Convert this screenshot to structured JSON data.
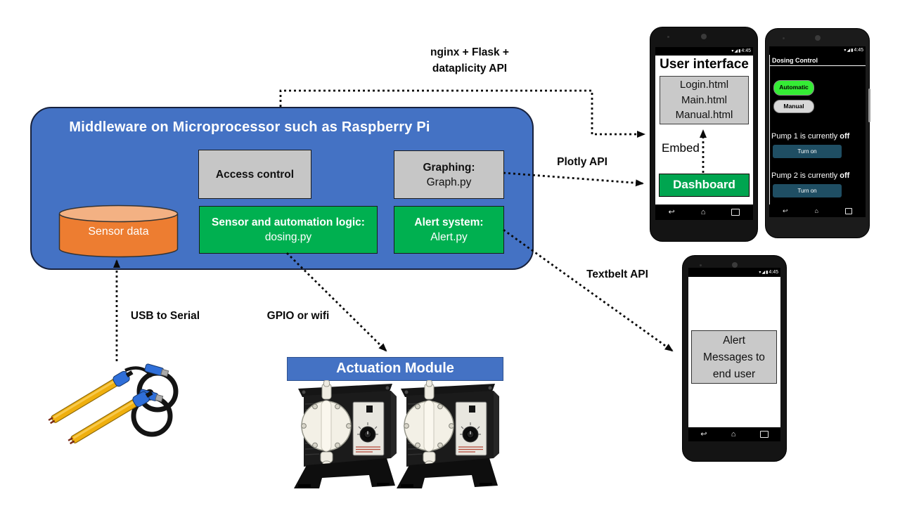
{
  "status_time": "4:45",
  "status_icons": {
    "wifi": "▾",
    "signal": "◢",
    "battery": "▮"
  },
  "nav_icons": {
    "back": "↩",
    "home": "⌂"
  },
  "middleware": {
    "title": "Middleware on Microprocessor such as Raspberry Pi",
    "access_control_label": "Access control",
    "graphing_title": "Graphing:",
    "graphing_file": "Graph.py",
    "sensor_logic_title": "Sensor and automation logic:",
    "sensor_logic_file": "dosing.py",
    "alert_title": "Alert system:",
    "alert_file": "Alert.py",
    "sensor_data_label": "Sensor data"
  },
  "connection_labels": {
    "web_line1": "nginx + Flask +",
    "web_line2": "dataplicity API",
    "plotly": "Plotly API",
    "textbelt": "Textbelt API",
    "usb": "USB to Serial",
    "gpio": "GPIO or wifi"
  },
  "actuation_module": {
    "title": "Actuation Module"
  },
  "ui_phone": {
    "title": "User interface",
    "pages": [
      "Login.html",
      "Main.html",
      "Manual.html"
    ],
    "embed_label": "Embed",
    "dashboard_label": "Dashboard"
  },
  "dosing_phone": {
    "title": "Dosing Control",
    "automatic_label": "Automatic",
    "manual_label": "Manual",
    "pump1_text": "Pump 1 is currently",
    "pump1_state": "off",
    "pump2_text": "Pump 2 is currently",
    "pump2_state": "off",
    "turn_on_label": "Turn on"
  },
  "alert_phone": {
    "message_line1": "Alert",
    "message_line2": "Messages to",
    "message_line3": "end user"
  },
  "colors": {
    "diagram_blue": "#4472C4",
    "box_green": "#00B050",
    "cylinder_orange": "#ED7D31",
    "cylinder_top": "#F3B183",
    "box_gray": "#C6C6C6",
    "dashboard_green": "#00A550",
    "automatic_green": "#35EC35",
    "turn_on_blue": "#1F4E63"
  }
}
